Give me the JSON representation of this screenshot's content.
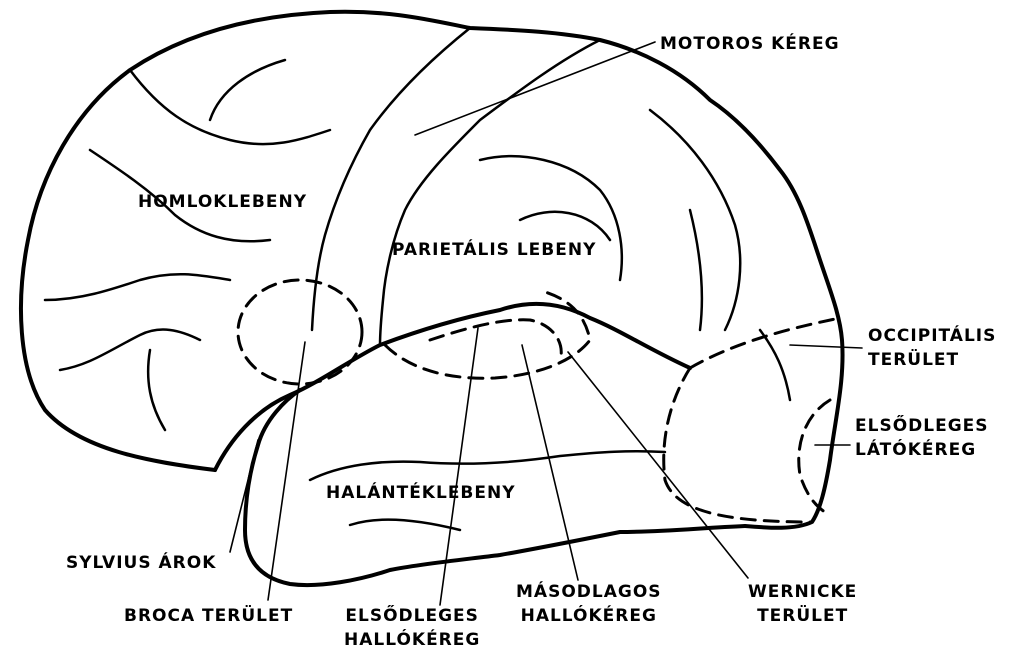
{
  "labels": {
    "motor_cortex": "MOTOROS KÉREG",
    "frontal_lobe": "HOMLOKLEBENY",
    "parietal_lobe": "PARIETÁLIS LEBENY",
    "occipital_line1": "OCCIPITÁLIS",
    "occipital_line2": "TERÜLET",
    "primary_visual_line1": "ELSŐDLEGES",
    "primary_visual_line2": "LÁTÓKÉREG",
    "temporal_lobe": "HALÁNTÉKLEBENY",
    "sylvian_fissure": "SYLVIUS ÁROK",
    "broca_area": "BROCA TERÜLET",
    "primary_auditory_line1": "ELSŐDLEGES",
    "primary_auditory_line2": "HALLÓKÉREG",
    "secondary_auditory_line1": "MÁSODLAGOS",
    "secondary_auditory_line2": "HALLÓKÉREG",
    "wernicke_line1": "WERNICKE",
    "wernicke_line2": "TERÜLET"
  }
}
